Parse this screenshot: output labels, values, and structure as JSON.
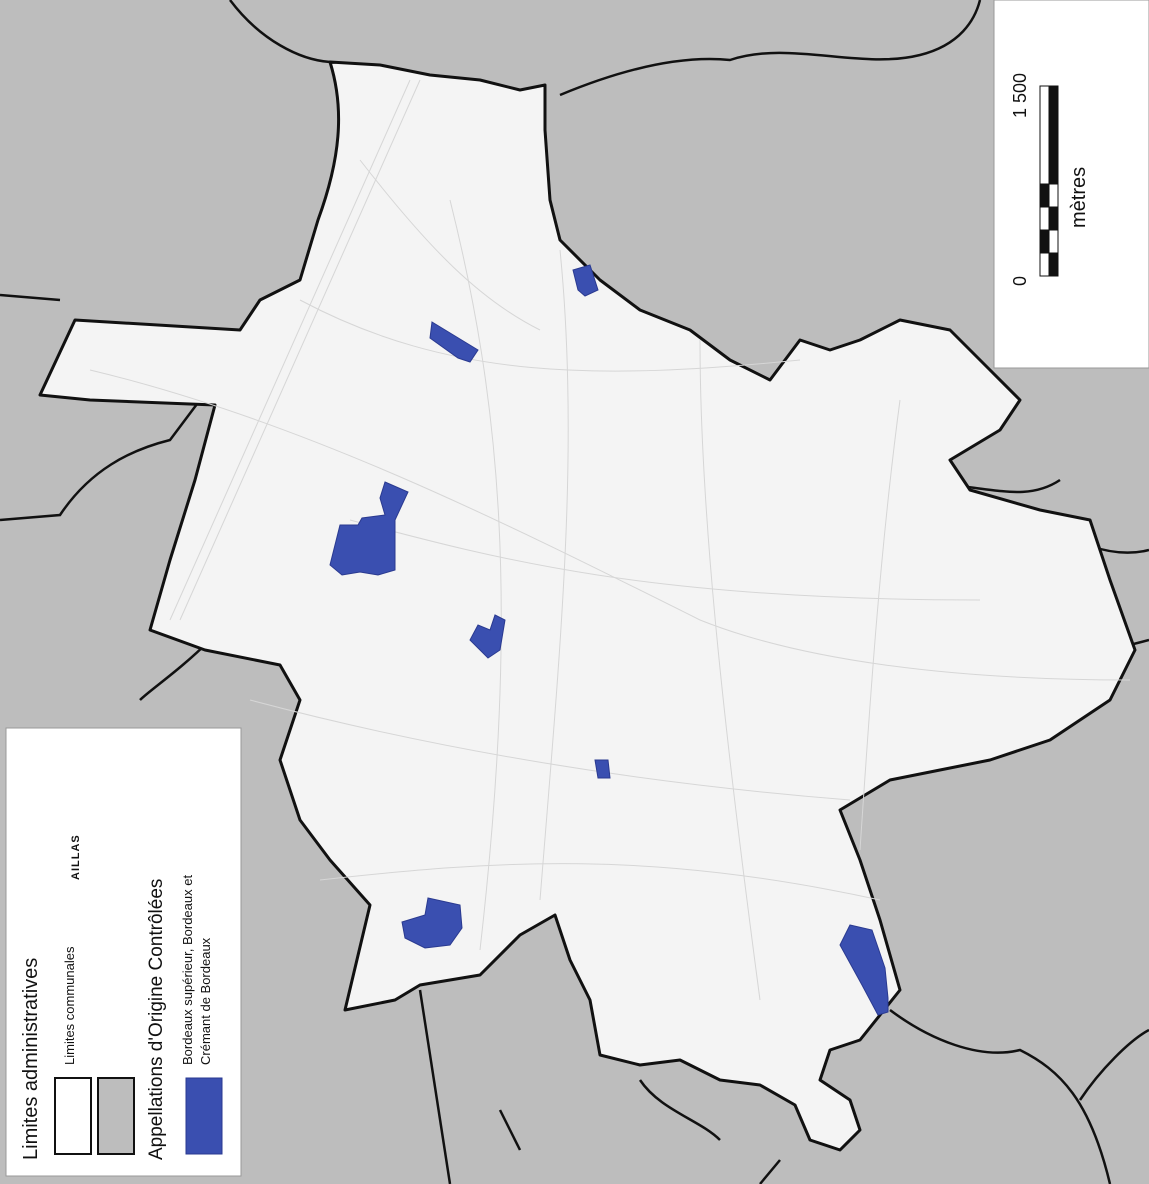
{
  "colors": {
    "outside": "#bdbdbd",
    "commune_fill": "#f4f4f4",
    "boundary": "#111111",
    "aoc": "#3a4fb0",
    "legend_bg": "#ffffff"
  },
  "legend": {
    "admin_title": "Limites administratives",
    "admin_item_communes": "Limites communales",
    "admin_item_name": "AILLAS",
    "aoc_title": "Appellations d'Origine Contrôlées",
    "aoc_item_line1": "Bordeaux supérieur, Bordeaux et",
    "aoc_item_line2": "Crémant de Bordeaux"
  },
  "scale": {
    "label_0": "0",
    "label_max": "1 500",
    "unit": "mètres"
  }
}
